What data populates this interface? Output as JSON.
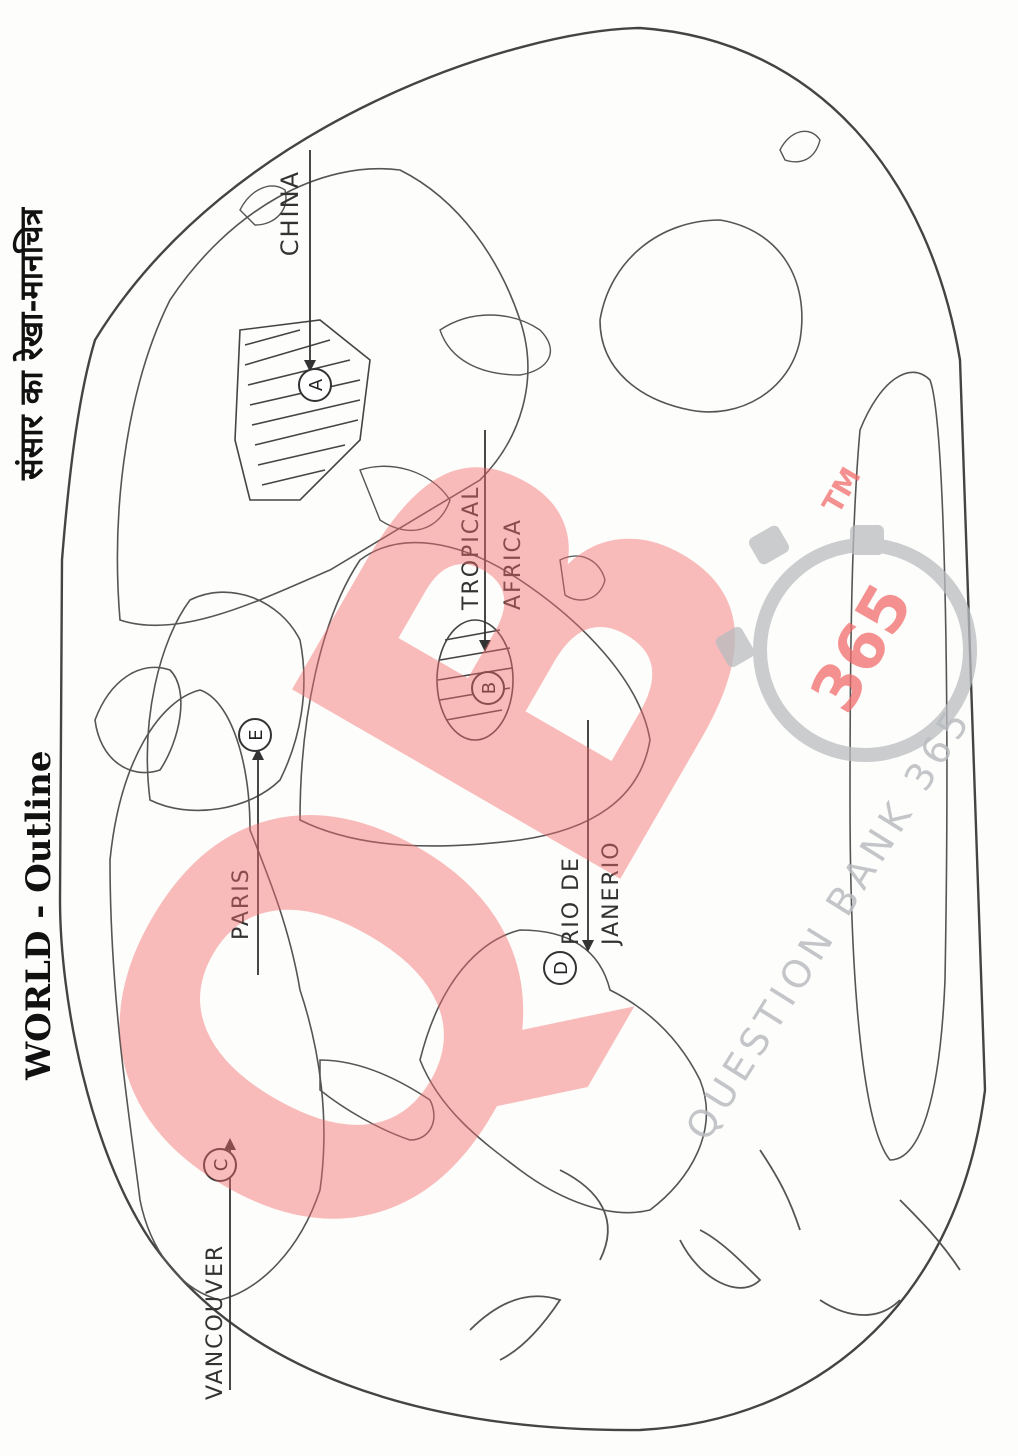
{
  "titles": {
    "english": "WORLD - Outline",
    "hindi": "संसार का रेखा-मानचित्र"
  },
  "markers": [
    {
      "letter": "A",
      "label": "CHINA"
    },
    {
      "letter": "B",
      "label": "TROPICAL AFRICA"
    },
    {
      "letter": "C",
      "label": "VANCOUVER"
    },
    {
      "letter": "D",
      "label": "RIO DE JANERIO"
    },
    {
      "letter": "E",
      "label": "PARIS"
    }
  ],
  "watermark": {
    "logo_text": "QB",
    "badge_number": "365",
    "trademark": "TM",
    "tagline": "QUESTION BANK 365"
  },
  "colors": {
    "ink": "#3a3a3a",
    "watermark_red": "#f26d6d",
    "watermark_grey": "#b9bcc0"
  }
}
